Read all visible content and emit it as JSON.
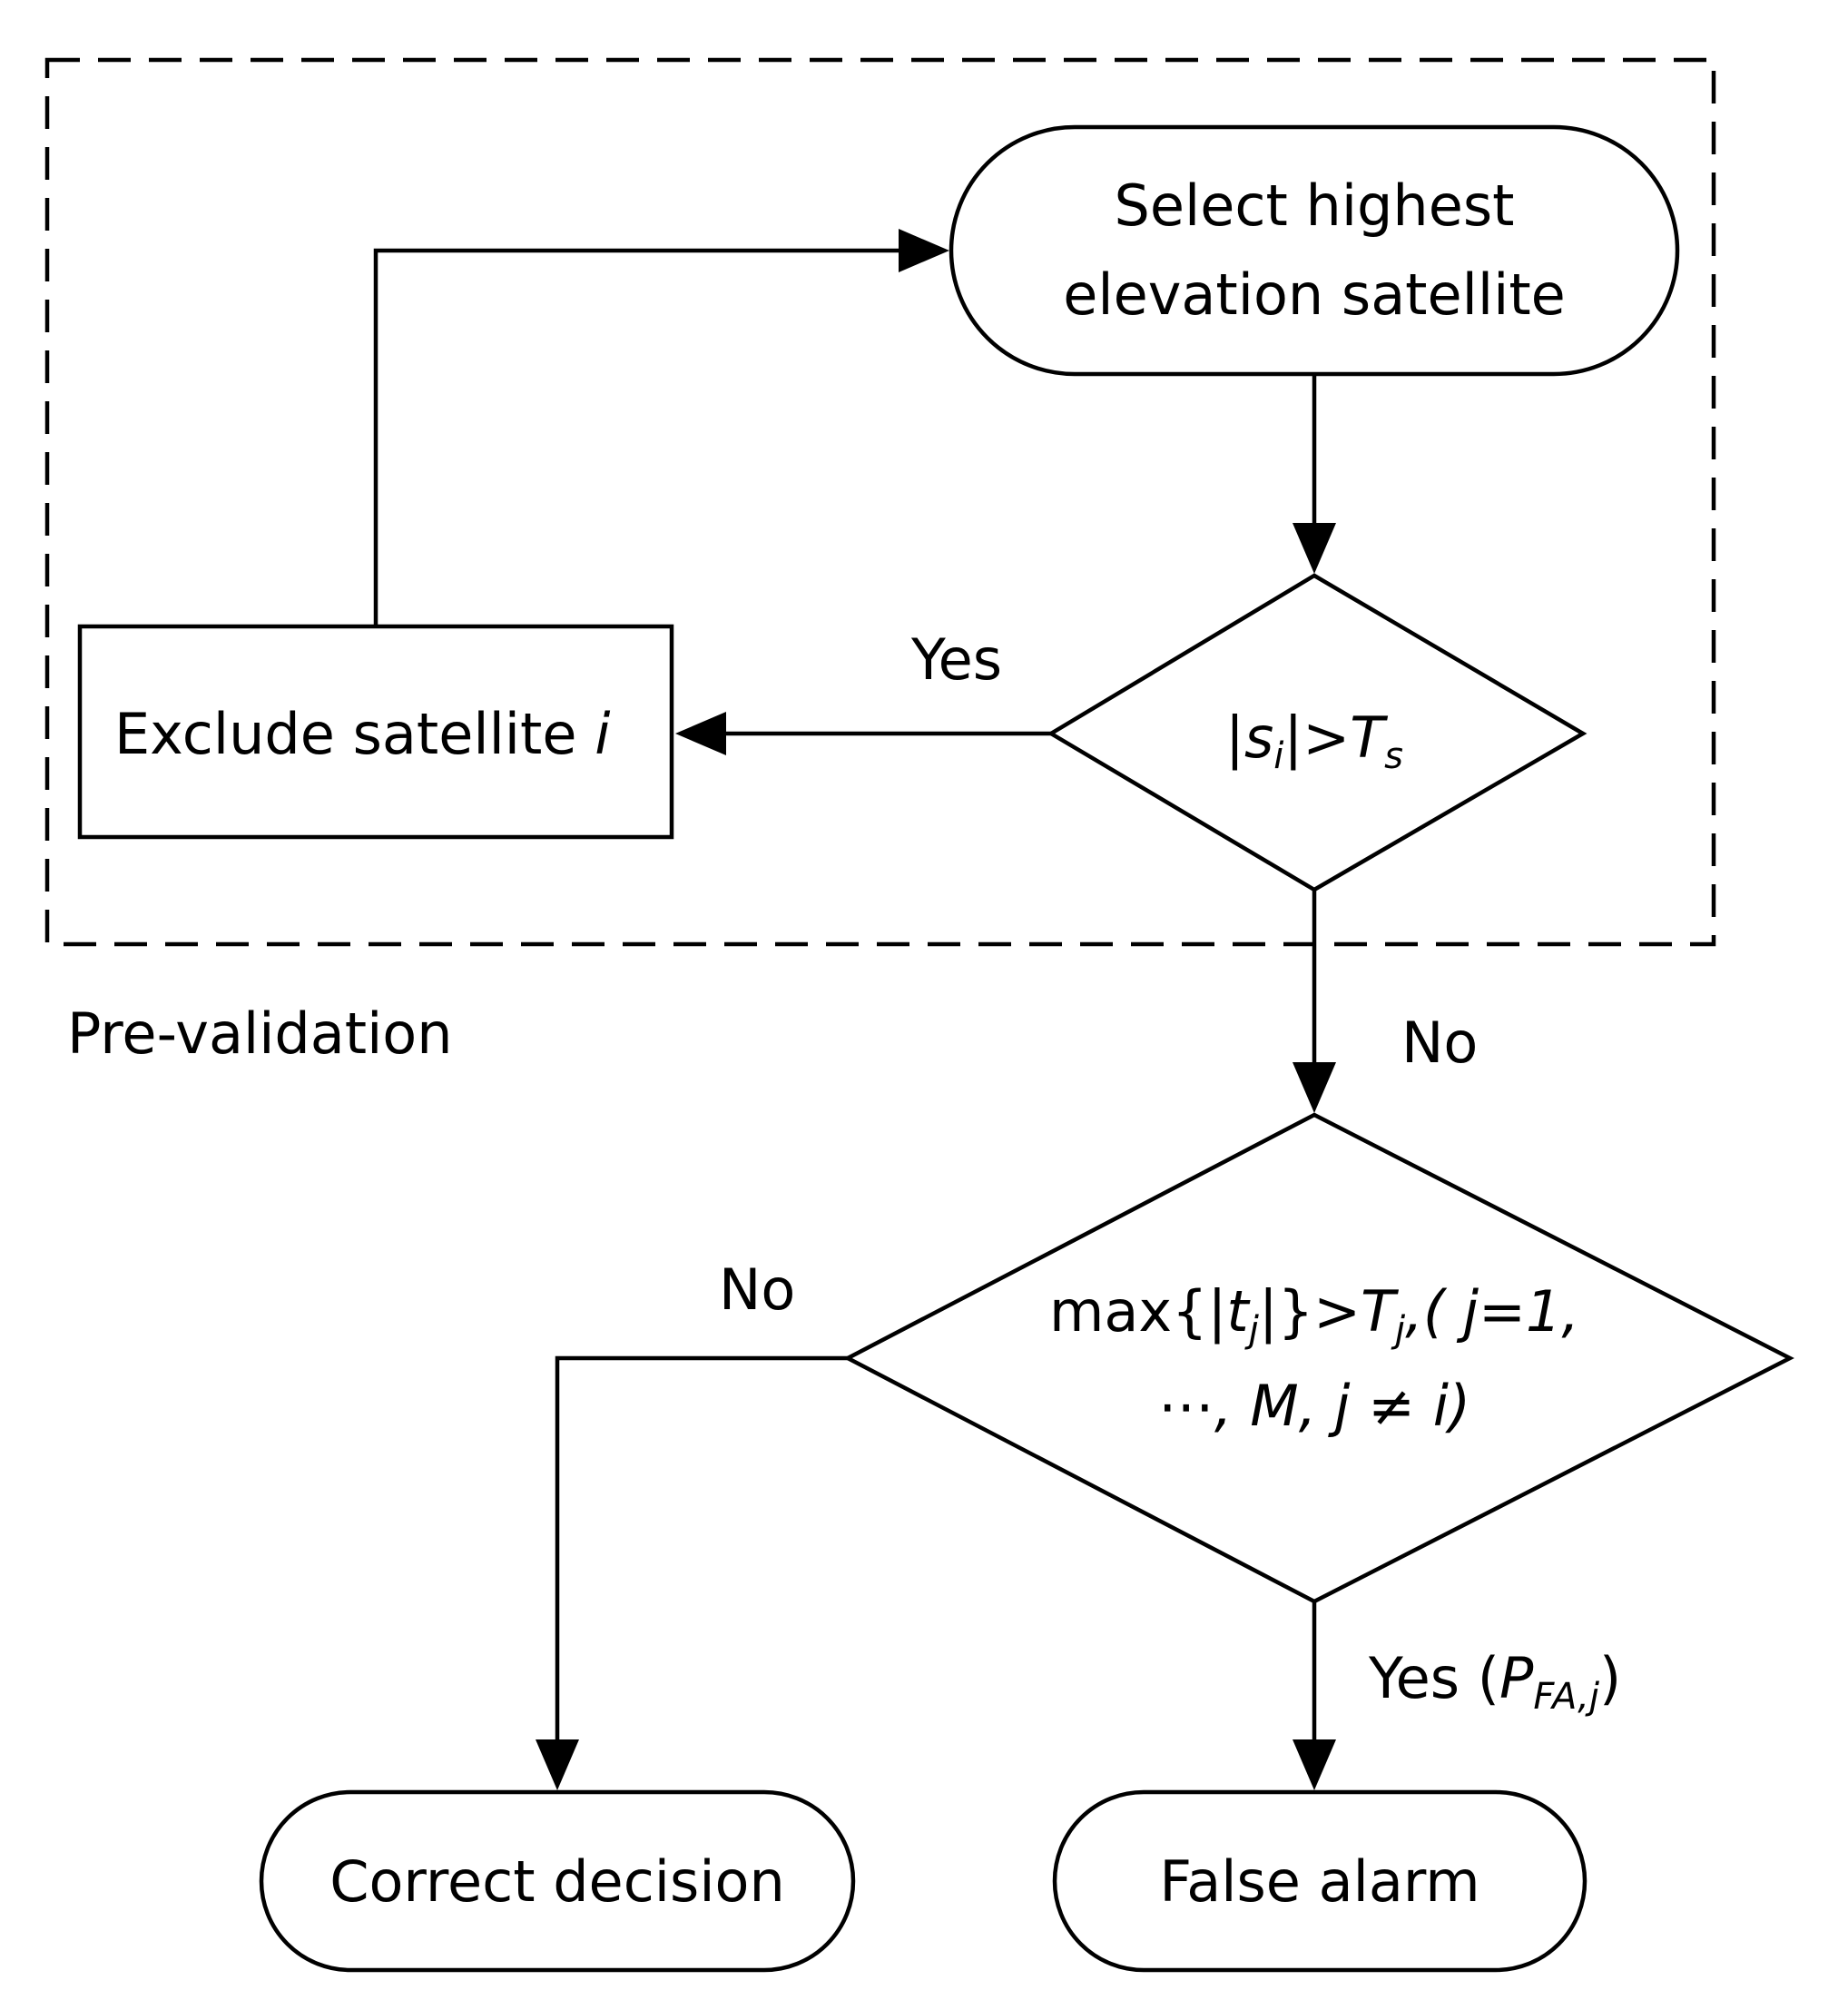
{
  "diagram": {
    "group_label": "Pre-validation",
    "nodes": {
      "select": {
        "line1": "Select highest",
        "line2": "elevation satellite"
      },
      "exclude": {
        "text": "Exclude satellite ",
        "var": "i"
      },
      "prevalidation_test": {
        "abs_open": "|",
        "var": "s",
        "var_sub": "i",
        "abs_close": "|>",
        "threshold": "T",
        "threshold_sub": "s"
      },
      "max_test": {
        "line1_prefix": "max{|",
        "line1_var": "t",
        "line1_var_sub": "j",
        "line1_mid": "|}>",
        "line1_threshold": "T",
        "line1_threshold_sub": "j",
        "line1_suffix": ",( j=1,",
        "line2": "⋯, M, j ≠ i)"
      },
      "correct": {
        "text": "Correct decision"
      },
      "false_alarm": {
        "text": "False alarm"
      }
    },
    "edges": {
      "yes_exclude": "Yes",
      "no_to_max": "No",
      "no_correct": "No",
      "yes_false_alarm": "Yes (",
      "yes_false_alarm_var": "P",
      "yes_false_alarm_sub": "FA,j",
      "yes_false_alarm_close": ")"
    }
  }
}
